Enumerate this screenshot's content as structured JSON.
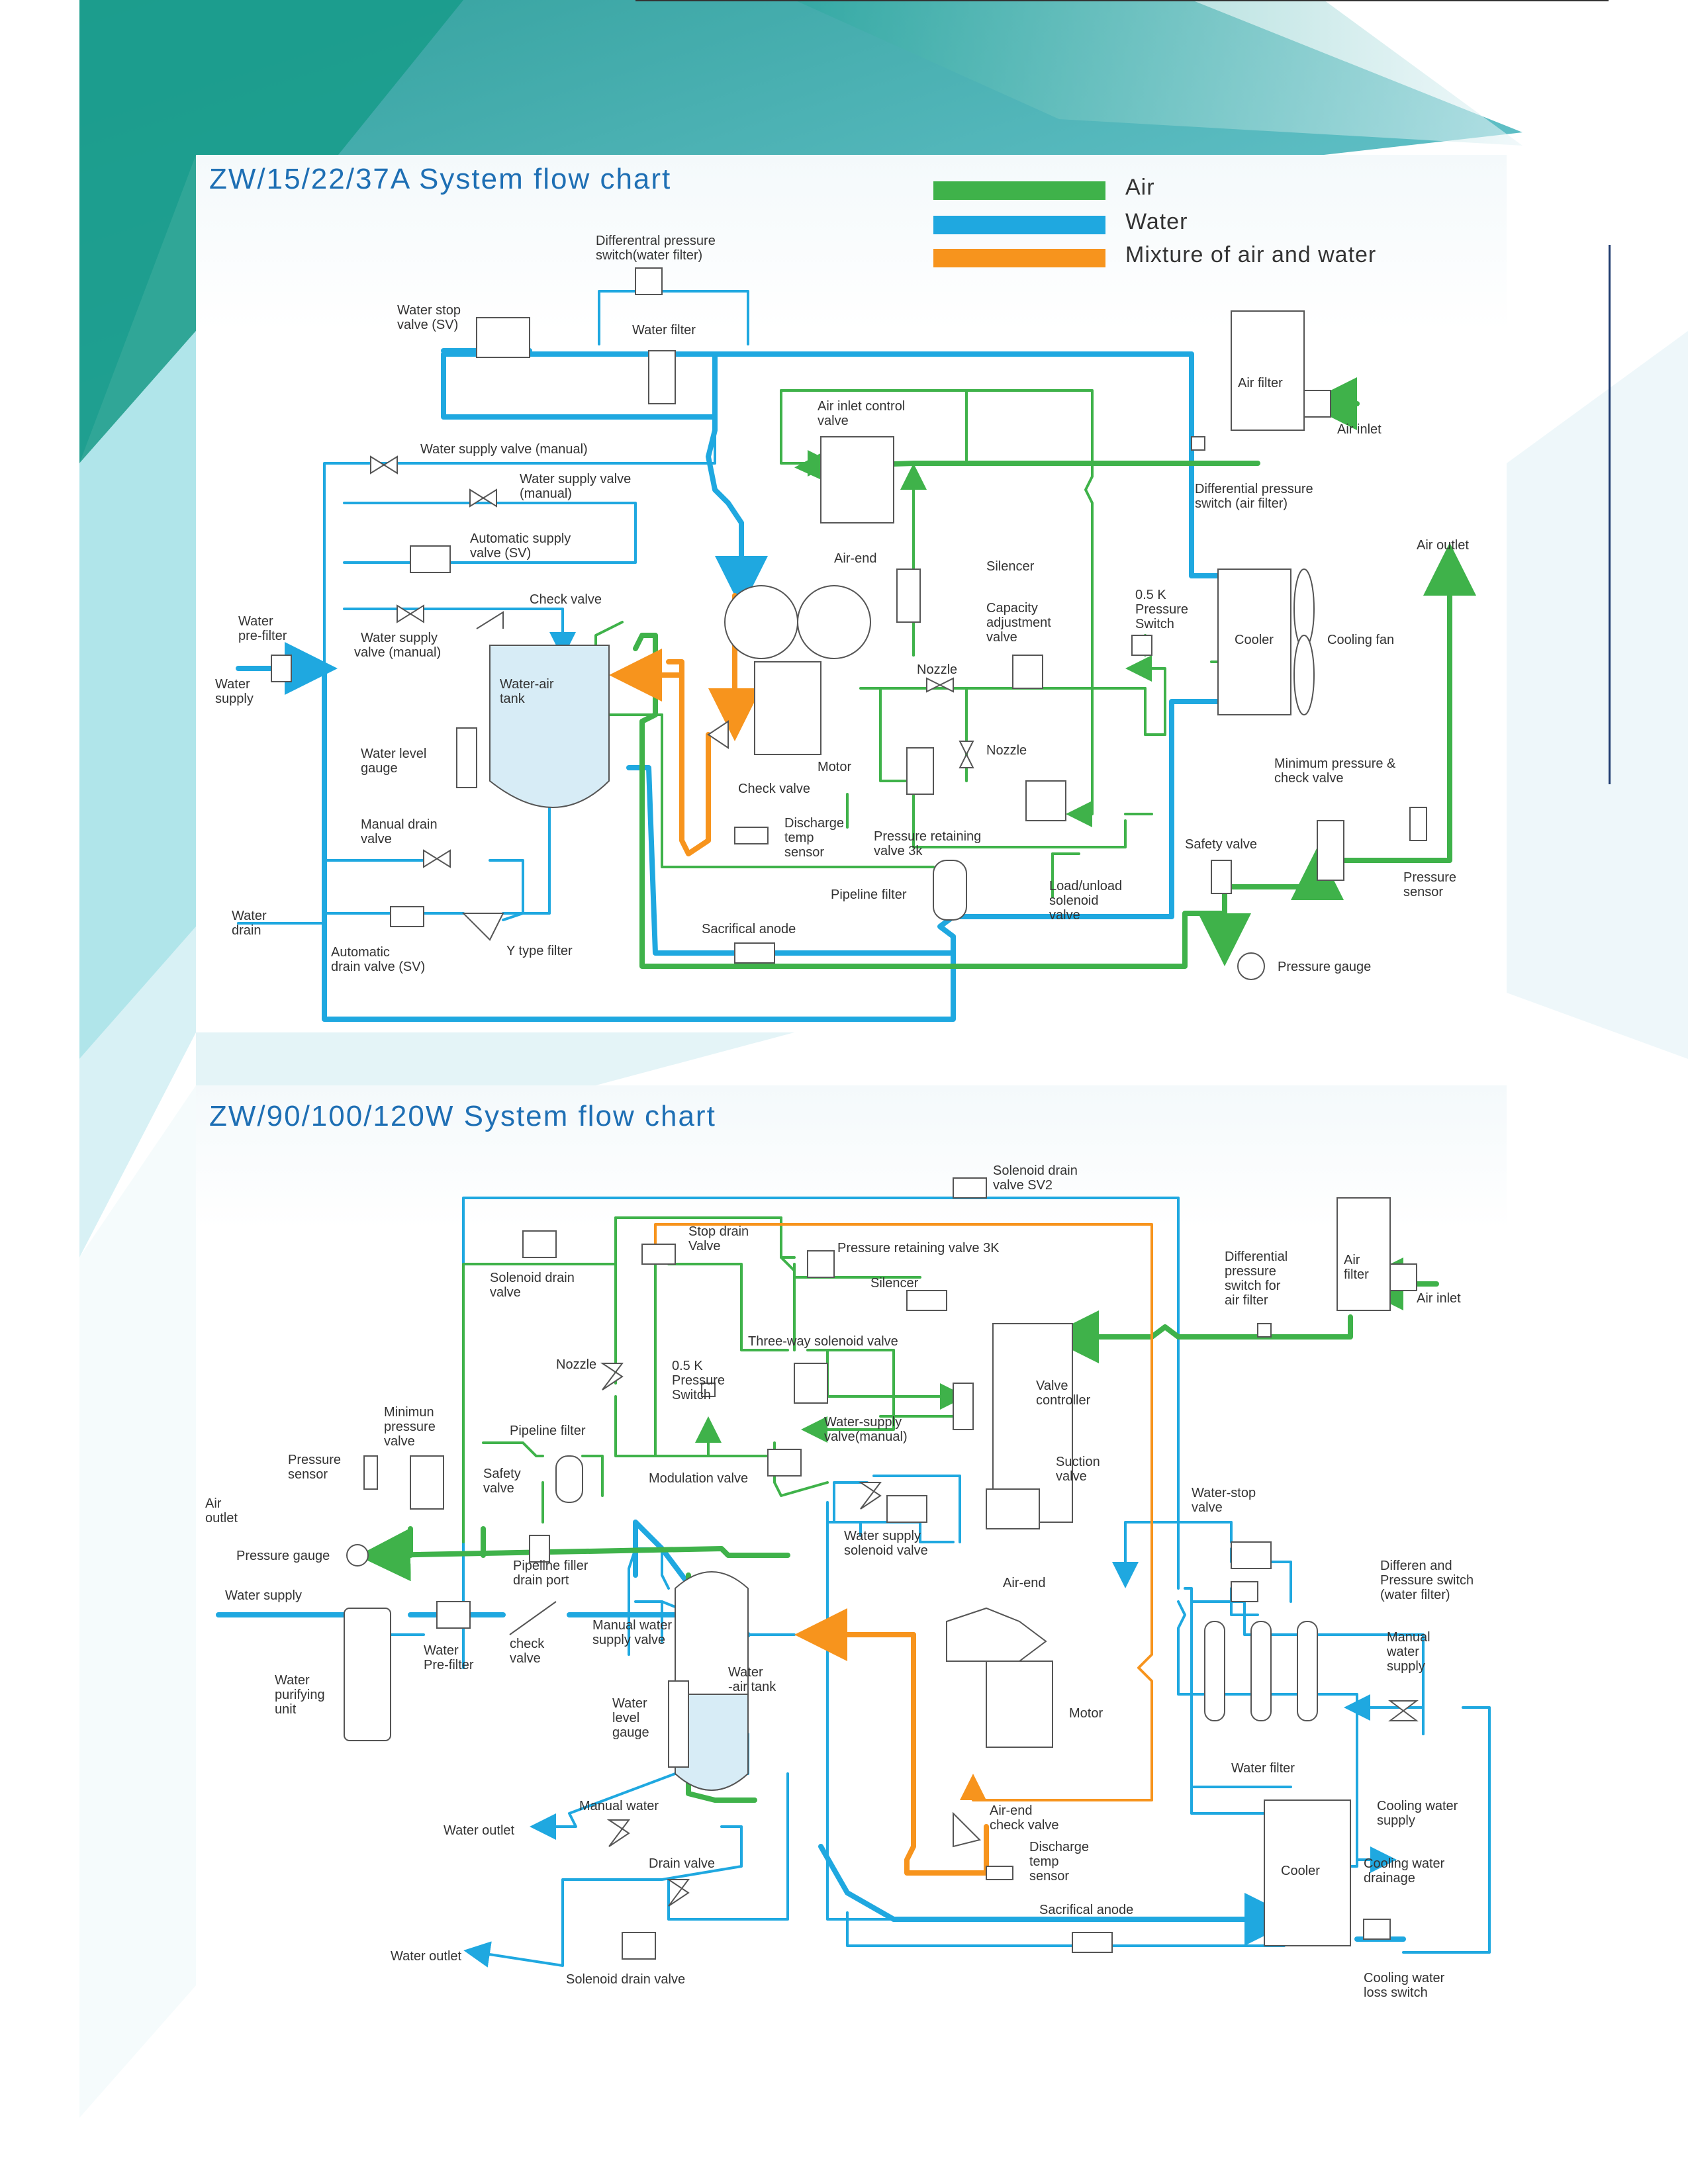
{
  "chart1": {
    "title": "ZW/15/22/37A System flow chart",
    "legend": [
      {
        "label": "Air",
        "color": "#3fb24a"
      },
      {
        "label": "Water",
        "color": "#1fa8e0"
      },
      {
        "label": "Mixture of air and water",
        "color": "#f7941d"
      }
    ],
    "labels": {
      "diff_switch": [
        "Differentral pressure",
        "switch(water filter)"
      ],
      "water_stop": [
        "Water stop",
        "valve (SV)"
      ],
      "water_filter": "Water filter",
      "air_filter": "Air filter",
      "air_inlet": "Air inlet",
      "water_supply_manual": "Water supply valve (manual)",
      "water_supply_valve2": [
        "Water supply valve",
        "(manual)"
      ],
      "air_inlet_control": [
        "Air inlet control",
        "valve"
      ],
      "diff_air": [
        "Differential pressure",
        "switch (air filter)"
      ],
      "auto_supply": [
        "Automatic supply",
        "valve (SV)"
      ],
      "air_end": "Air-end",
      "silencer": "Silencer",
      "air_outlet": "Air outlet",
      "check_valve": "Check valve",
      "capacity": [
        "Capacity",
        "adjustment",
        "valve"
      ],
      "psw": [
        "0.5 K",
        "Pressure",
        "Switch"
      ],
      "water_prefilter": [
        "Water",
        "pre-filter"
      ],
      "water_supply_manual3": [
        "Water supply",
        "valve (manual)"
      ],
      "cooler": "Cooler",
      "cooling_fan": "Cooling fan",
      "water_supply": [
        "Water",
        "supply"
      ],
      "water_air_tank": [
        "Water-air",
        "tank"
      ],
      "nozzle1": "Nozzle",
      "nozzle2": "Nozzle",
      "water_level": [
        "Water level",
        "gauge"
      ],
      "motor": "Motor",
      "check_valve2": "Check valve",
      "min_pressure": [
        "Minimum pressure &",
        "check valve"
      ],
      "manual_drain": [
        "Manual drain",
        "valve"
      ],
      "discharge": [
        "Discharge",
        "temp",
        "sensor"
      ],
      "pressure_retaining": [
        "Pressure retaining",
        "valve 3k"
      ],
      "safety_valve": "Safety valve",
      "pipeline_filter": "Pipeline filter",
      "load_unload": [
        "Load/unload",
        "solenoid",
        "valve"
      ],
      "pressure_sensor": [
        "Pressure",
        "sensor"
      ],
      "water_drain": [
        "Water",
        "drain"
      ],
      "sacrificial": "Sacrifical anode",
      "auto_drain": [
        "Automatic",
        "drain valve (SV)"
      ],
      "y_filter": "Y type filter",
      "pressure_gauge": "Pressure gauge"
    }
  },
  "chart2": {
    "title": "ZW/90/100/120W System flow chart",
    "labels": {
      "solenoid_sv2": [
        "Solenoid drain",
        "valve SV2"
      ],
      "stop_drain": [
        "Stop drain",
        "Valve"
      ],
      "pressure_retaining": "Pressure retaining valve 3K",
      "solenoid_drain": [
        "Solenoid drain",
        "valve"
      ],
      "silencer": "Silencer",
      "diff_air": [
        "Differential",
        "pressure",
        "switch for",
        "air filter"
      ],
      "air_filter": [
        "Air",
        "filter"
      ],
      "air_inlet": "Air inlet",
      "three_way": "Three-way solenoid valve",
      "nozzle": "Nozzle",
      "psw": [
        "0.5 K",
        "Pressure",
        "Switch"
      ],
      "valve_controller": [
        "Valve",
        "controller"
      ],
      "minimum_pressure": [
        "Minimun",
        "pressure",
        "valve"
      ],
      "pipeline_filter": "Pipeline filter",
      "water_supply_manual": [
        "Water-supply",
        "valve(manual)"
      ],
      "pressure_sensor": [
        "Pressure",
        "sensor"
      ],
      "safety_valve": [
        "Safety",
        "valve"
      ],
      "modulation": "Modulation valve",
      "suction": [
        "Suction",
        "valve"
      ],
      "air_outlet": [
        "Air",
        "outlet"
      ],
      "water_stop": [
        "Water-stop",
        "valve"
      ],
      "pressure_gauge": "Pressure gauge",
      "pipeline_drain": [
        "Pipeline filler",
        "drain port"
      ],
      "water_supply_solenoid": [
        "Water supply",
        "solenoid valve"
      ],
      "differen": [
        "Differen and",
        "Pressure switch",
        "(water filter)"
      ],
      "air_end": "Air-end",
      "water_supply": "Water supply",
      "manual_water_supply": [
        "Manual water",
        "supply valve"
      ],
      "water_prefilter": [
        "Water",
        "Pre-filter"
      ],
      "check_valve": [
        "check",
        "valve"
      ],
      "manual_water_supply2": [
        "Manual",
        "water",
        "supply"
      ],
      "water_air_tank": [
        "Water",
        "-air tank"
      ],
      "water_purifying": [
        "Water",
        "purifying",
        "unit"
      ],
      "water_level": [
        "Water",
        "level",
        "gauge"
      ],
      "motor": "Motor",
      "water_filter": "Water filter",
      "manual_water": "Manual water",
      "cooling_water_supply": [
        "Cooling water",
        "supply"
      ],
      "water_outlet1": "Water outlet",
      "air_end_check": [
        "Air-end",
        "check valve"
      ],
      "drain_valve": "Drain valve",
      "discharge": [
        "Discharge",
        "temp",
        "sensor"
      ],
      "cooler": "Cooler",
      "cooling_water_drainage": [
        "Cooling water",
        "drainage"
      ],
      "sacrificial": "Sacrifical anode",
      "water_outlet2": "Water outlet",
      "solenoid_drain2": "Solenoid drain valve",
      "cooling_loss": [
        "Cooling water",
        "loss switch"
      ]
    }
  }
}
